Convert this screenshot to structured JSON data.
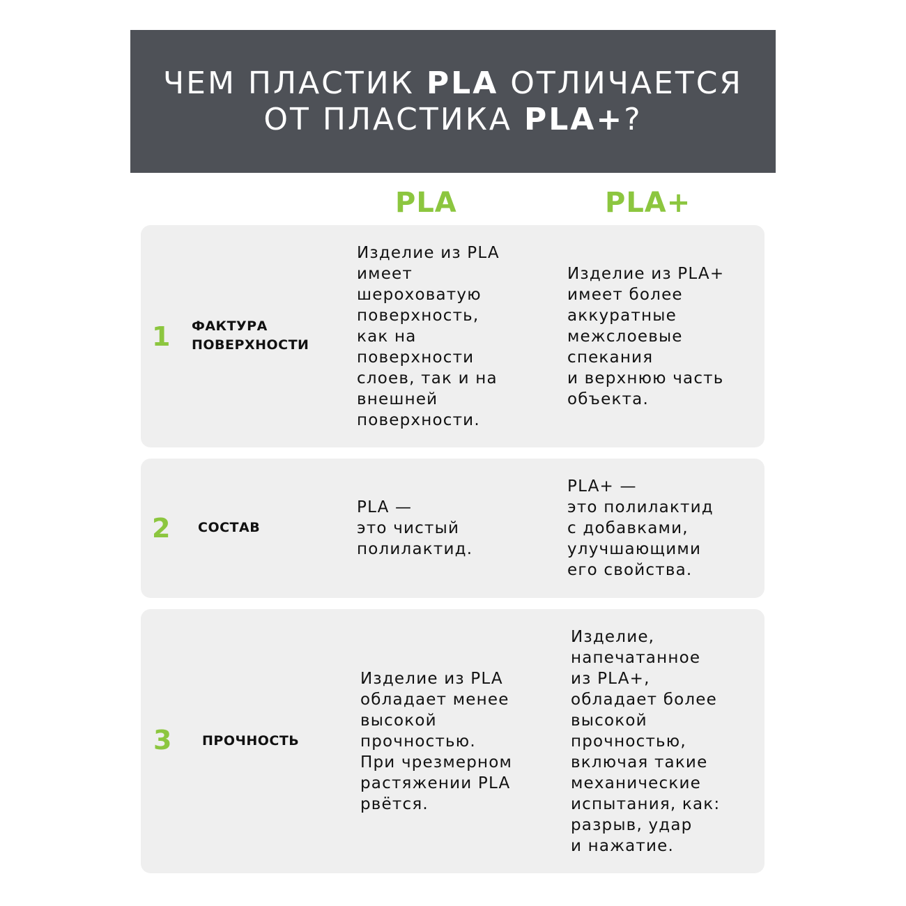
{
  "title": {
    "part1": "ЧЕМ ПЛАСТИК ",
    "bold1": "PLA",
    "part2": " ОТЛИЧАЕТСЯ",
    "part3": "ОТ ПЛАСТИКА ",
    "bold2": "PLA+",
    "part4": "?"
  },
  "columns": {
    "pla": "PLA",
    "pla_plus": "PLA+"
  },
  "colors": {
    "accent": "#8cc63f",
    "header_bg": "#4e5157",
    "card_bg": "#efefef"
  },
  "rows": [
    {
      "number": "1",
      "label": "ФАКТУРА\nПОВЕРХНОСТИ",
      "pla": "Изделие из PLA\nимеет\nшероховатую\nповерхность,\nкак на\nповерхности\nслоев, так и на\nвнешней\nповерхности.",
      "pla_plus": "Изделие из PLA+\nимеет более\nаккуратные\nмежслоевые\nспекания\nи верхнюю часть\nобъекта."
    },
    {
      "number": "2",
      "label": "СОСТАВ",
      "pla": "PLA —\nэто чистый\nполилактид.",
      "pla_plus": "PLA+ —\nэто полилактид\nс добавками,\nулучшающими\nего свойства."
    },
    {
      "number": "3",
      "label": "ПРОЧНОСТЬ",
      "pla": "Изделие из PLA\nобладает менее\nвысокой\nпрочностью.\nПри чрезмерном\nрастяжении PLA\nрвётся.",
      "pla_plus": "Изделие,\nнапечатанное\nиз PLA+,\nобладает более\nвысокой\nпрочностью,\nвключая такие\nмеханические\nиспытания, как:\nразрыв, удар\nи нажатие."
    }
  ]
}
